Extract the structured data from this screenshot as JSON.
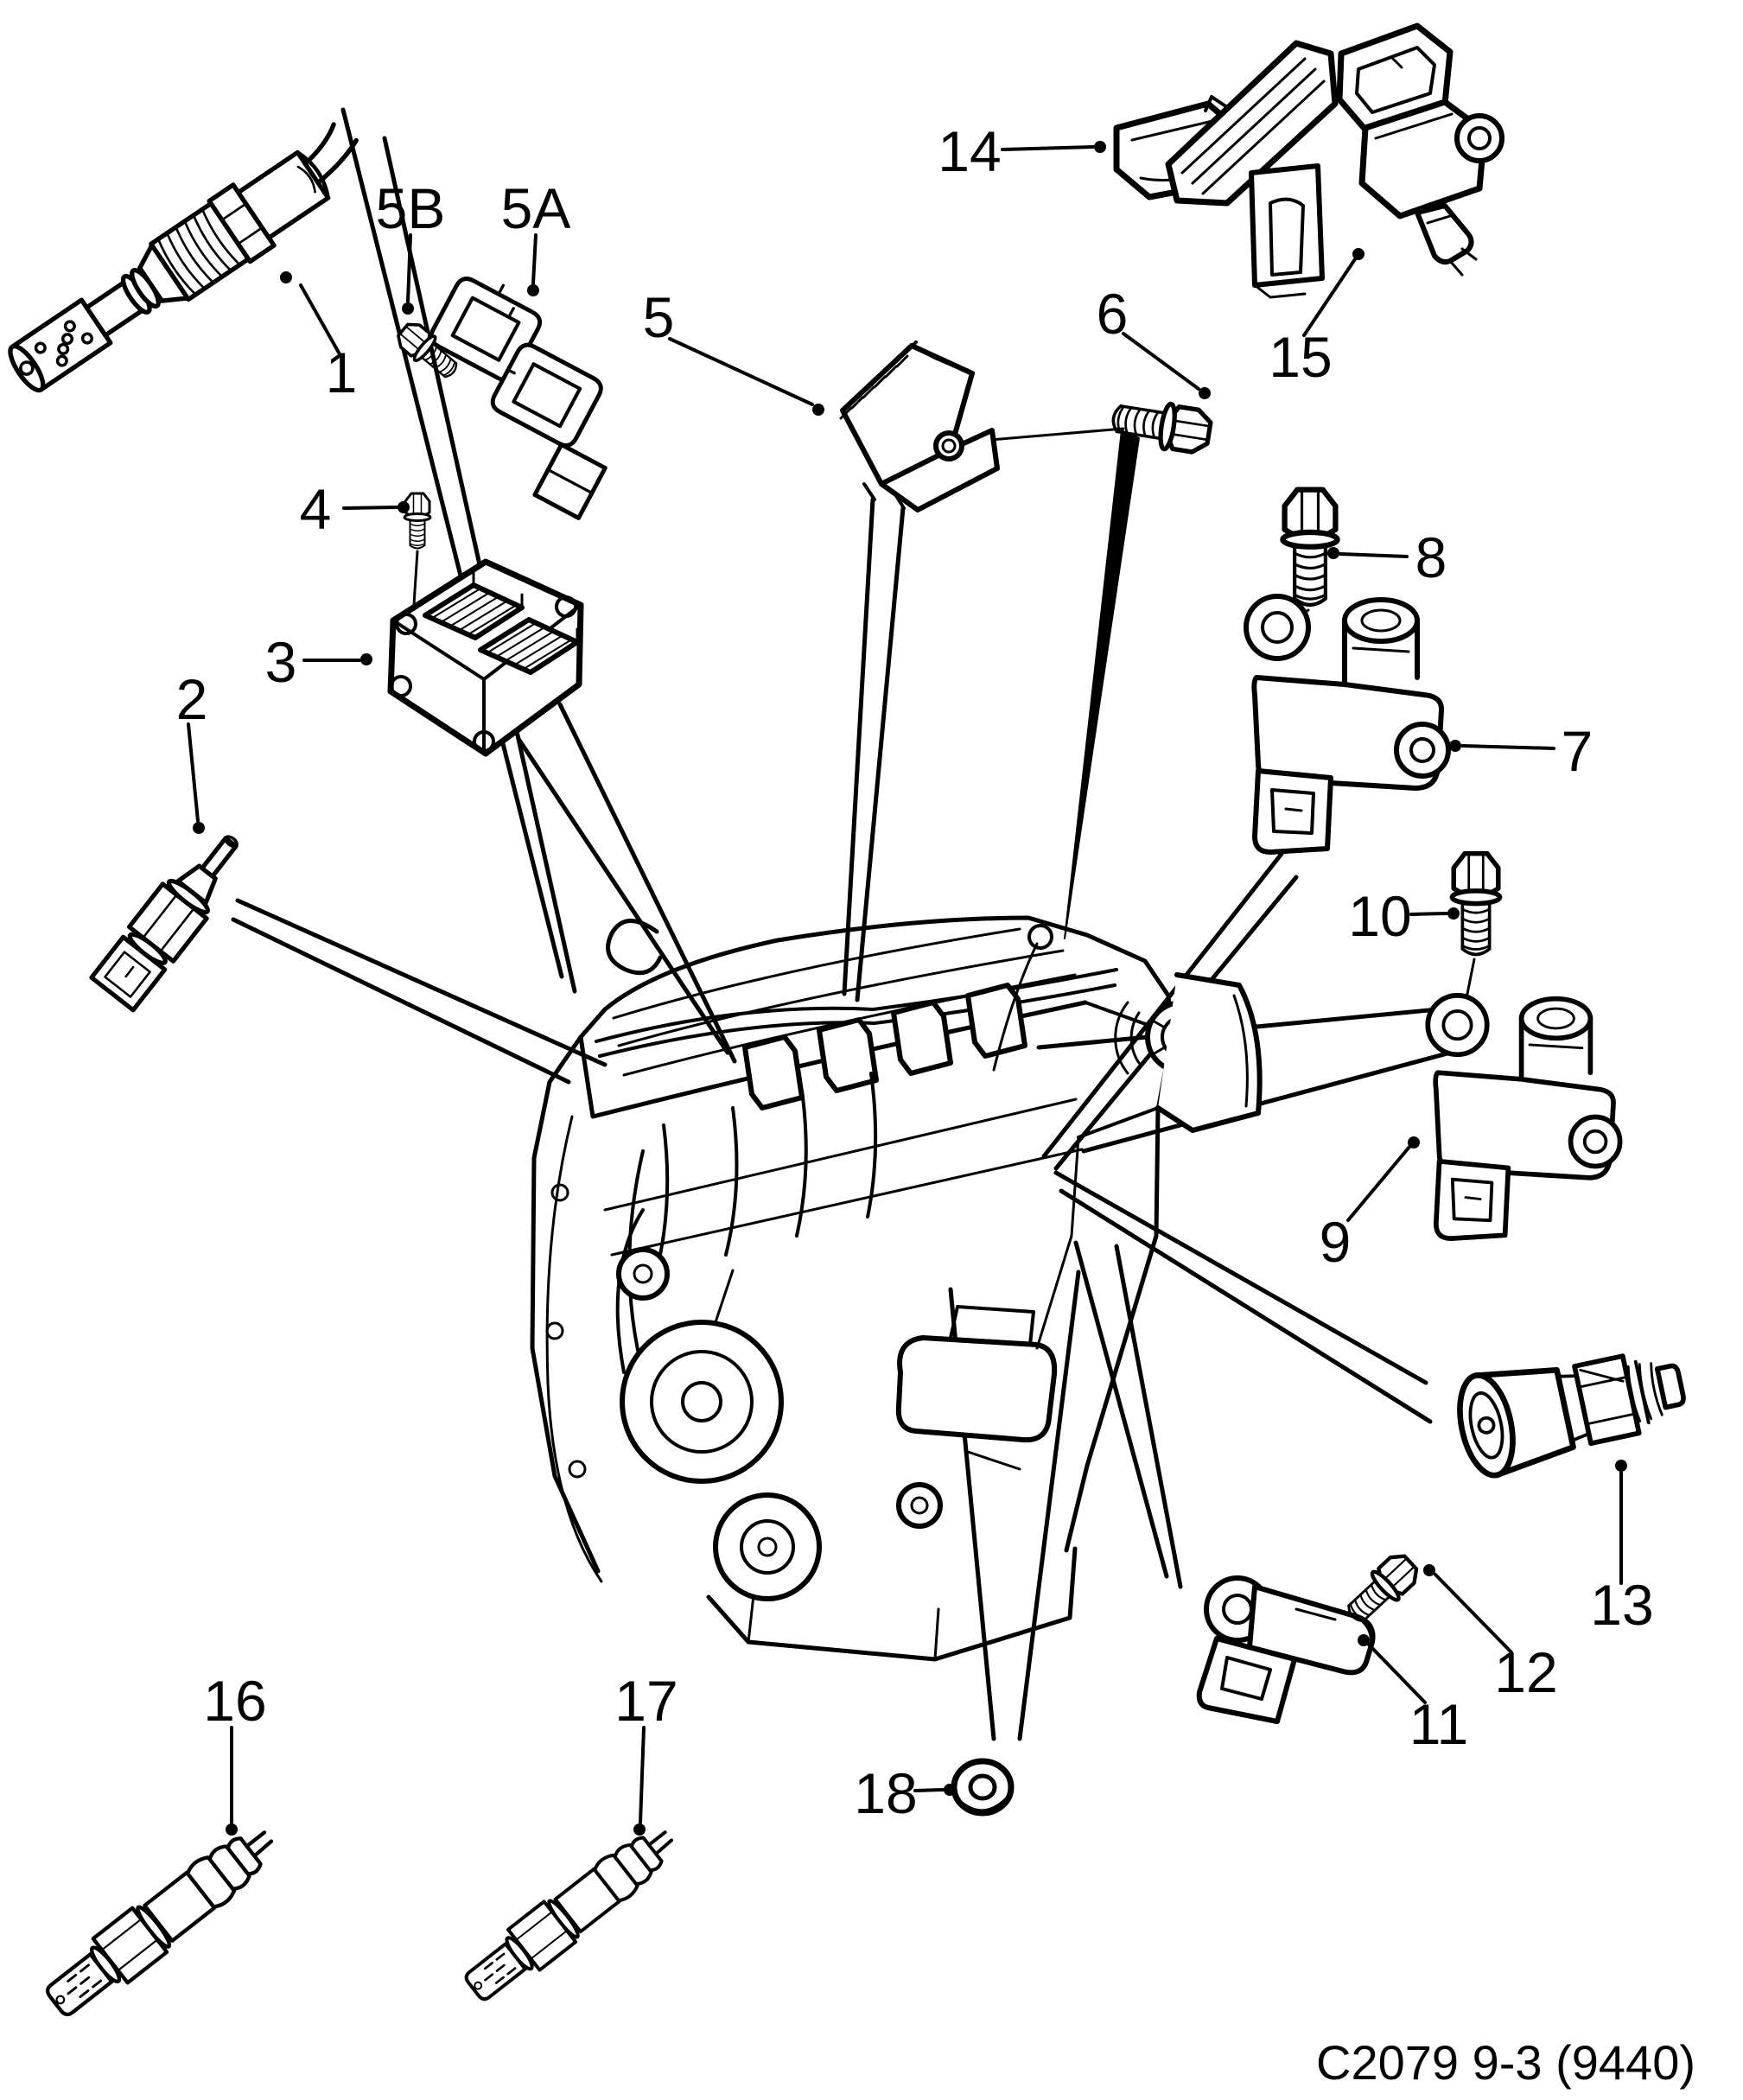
{
  "diagram": {
    "type": "exploded-parts-diagram",
    "subject": "engine sensors and control modules",
    "caption": "C2079 9-3 (9440)",
    "colors": {
      "line": "#000000",
      "background": "#ffffff"
    },
    "labels": [
      {
        "id": "1",
        "text": "1"
      },
      {
        "id": "2",
        "text": "2"
      },
      {
        "id": "3",
        "text": "3"
      },
      {
        "id": "4",
        "text": "4"
      },
      {
        "id": "5",
        "text": "5"
      },
      {
        "id": "5A",
        "text": "5A"
      },
      {
        "id": "5B",
        "text": "5B"
      },
      {
        "id": "6",
        "text": "6"
      },
      {
        "id": "7",
        "text": "7"
      },
      {
        "id": "8",
        "text": "8"
      },
      {
        "id": "9",
        "text": "9"
      },
      {
        "id": "10",
        "text": "10"
      },
      {
        "id": "11",
        "text": "11"
      },
      {
        "id": "12",
        "text": "12"
      },
      {
        "id": "13",
        "text": "13"
      },
      {
        "id": "14",
        "text": "14"
      },
      {
        "id": "15",
        "text": "15"
      },
      {
        "id": "16",
        "text": "16"
      },
      {
        "id": "17",
        "text": "17"
      },
      {
        "id": "18",
        "text": "18"
      }
    ]
  }
}
